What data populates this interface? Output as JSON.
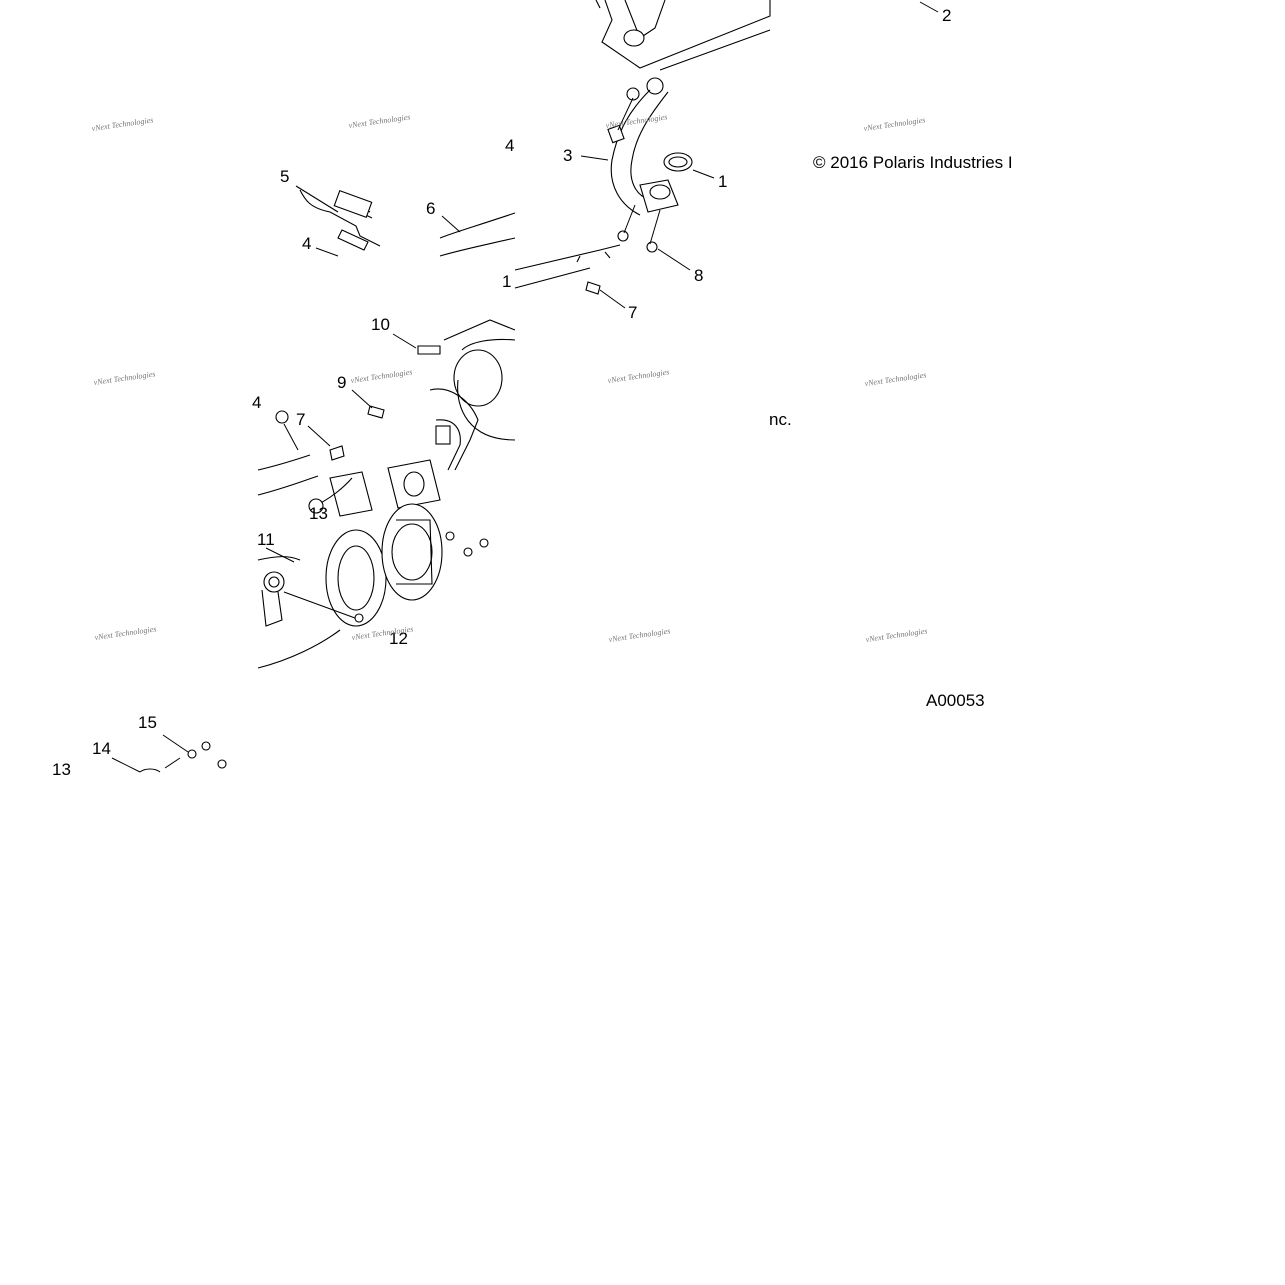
{
  "diagram": {
    "copyright": "© 2016 Polaris Industries I",
    "copyright_tail": "nc.",
    "figure_id": "A00053",
    "watermark": "vNext Technologies",
    "callouts": [
      "1",
      "2",
      "3",
      "4",
      "5",
      "6",
      "7",
      "8",
      "9",
      "10",
      "11",
      "12",
      "13",
      "14",
      "15"
    ]
  }
}
